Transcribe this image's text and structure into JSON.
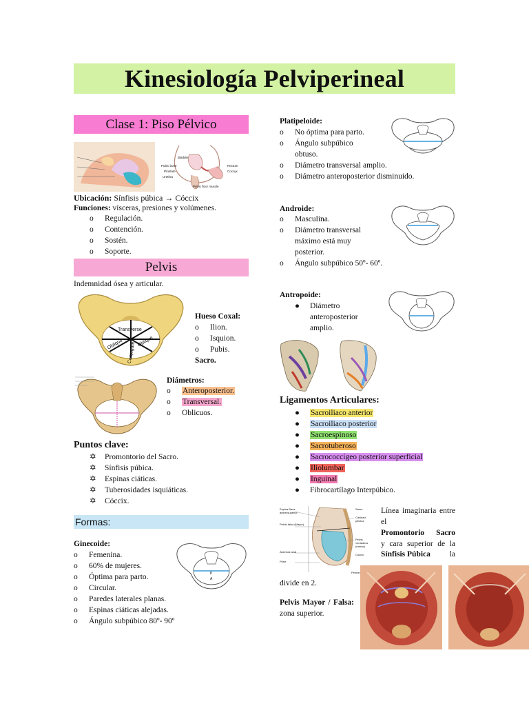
{
  "title": "Kinesiología Pelviperineal",
  "clase1": {
    "heading": "Clase 1: Piso Pélvico",
    "ubicacion_label": "Ubicación:",
    "ubicacion_text": "Sínfisis púbica → Cóccix",
    "funciones_label": "Funciones:",
    "funciones_text": "vísceras, presiones y volúmenes.",
    "items": [
      "Regulación.",
      "Contención.",
      "Sostén.",
      "Soporte."
    ],
    "fig_labels": [
      "Bladder",
      "Pubic bone",
      "Prostate",
      "Urethra",
      "Rectum",
      "Coccyx",
      "Pelvic floor muscle"
    ]
  },
  "pelvis": {
    "heading": "Pelvis",
    "intro": "Indemnidad ósea y articular.",
    "fig_labels": [
      "Transverse",
      "Oblique",
      "Oblique",
      "Conjugate"
    ],
    "hueso_label": "Hueso Coxal:",
    "hueso_items": [
      "Ilion.",
      "Isquion.",
      "Pubis."
    ],
    "sacro": "Sacro.",
    "diametros_label": "Diámetros:",
    "diametros": [
      {
        "text": "Anteroposterior.",
        "color": "#f9c08e"
      },
      {
        "text": "Transversal.",
        "color": "#f6a6cc"
      },
      {
        "text": "Oblicuos.",
        "color": ""
      }
    ]
  },
  "puntos": {
    "heading": "Puntos clave:",
    "items": [
      "Promontorio del Sacro.",
      "Sínfisis púbica.",
      "Espinas ciáticas.",
      "Tuberosidades isquiáticas.",
      "Cóccix."
    ]
  },
  "formas": {
    "heading": "Formas:",
    "ginecoide": {
      "label": "Ginecoide:",
      "items": [
        "Femenina.",
        "60% de mujeres.",
        "Óptima para parto.",
        "Circular.",
        "Paredes laterales planas.",
        "Espinas ciáticas alejadas.",
        "Ángulo subpúbico 80º- 90º"
      ]
    },
    "platipeloide": {
      "label": "Platipeloide:",
      "items": [
        "No óptima para parto.",
        "Ángulo subpúbico obtuso.",
        "Diámetro transversal amplio.",
        "Diámetro anteroposterior disminuido."
      ]
    },
    "androide": {
      "label": "Androide:",
      "items": [
        "Masculina.",
        "Diámetro transversal máximo está muy posterior.",
        "Ángulo subpúbico 50º- 60º."
      ]
    },
    "antropoide": {
      "label": "Antropoide:",
      "items": [
        "Diámetro anteroposterior amplio."
      ]
    }
  },
  "ligamentos": {
    "heading": "Ligamentos Articulares:",
    "items": [
      {
        "text": "Sacroiliaco anterior",
        "color": "#f5e66b"
      },
      {
        "text": "Sacroiliaco posterior",
        "color": "#c9dff5"
      },
      {
        "text": "Sacroespinoso",
        "color": "#8fe06f"
      },
      {
        "text": "Sacrotuberoso",
        "color": "#f5b25a"
      },
      {
        "text": "Sacrococcígeo posterior superficial",
        "color": "#d88ef0"
      },
      {
        "text": "Iliolumbar",
        "color": "#f0635a"
      },
      {
        "text": "Inguinal",
        "color": "#f27bb0"
      },
      {
        "text": "Fibrocartílago Interpúbico.",
        "color": ""
      }
    ]
  },
  "linea": {
    "p1": "Línea imaginaria entre el",
    "b1": "Promontorio Sacro",
    "p2": "y cara superior de la",
    "b2": "Sínfisis Púbica",
    "p3": "la",
    "p4": "divide en 2.",
    "mayor_label": "Pelvis Mayor / Falsa:",
    "mayor_text": "zona superior.",
    "fig_labels": [
      "Espina iliaca anterosuperior",
      "Pelvis falsa (Mayor)",
      "Sacro",
      "Cavidad pélvica",
      "Pelvis verdadera (menor)",
      "Cóccix",
      "Abertura anal",
      "Pene",
      "Perineo"
    ]
  },
  "pelvis_labels": [
    "P",
    "A"
  ]
}
